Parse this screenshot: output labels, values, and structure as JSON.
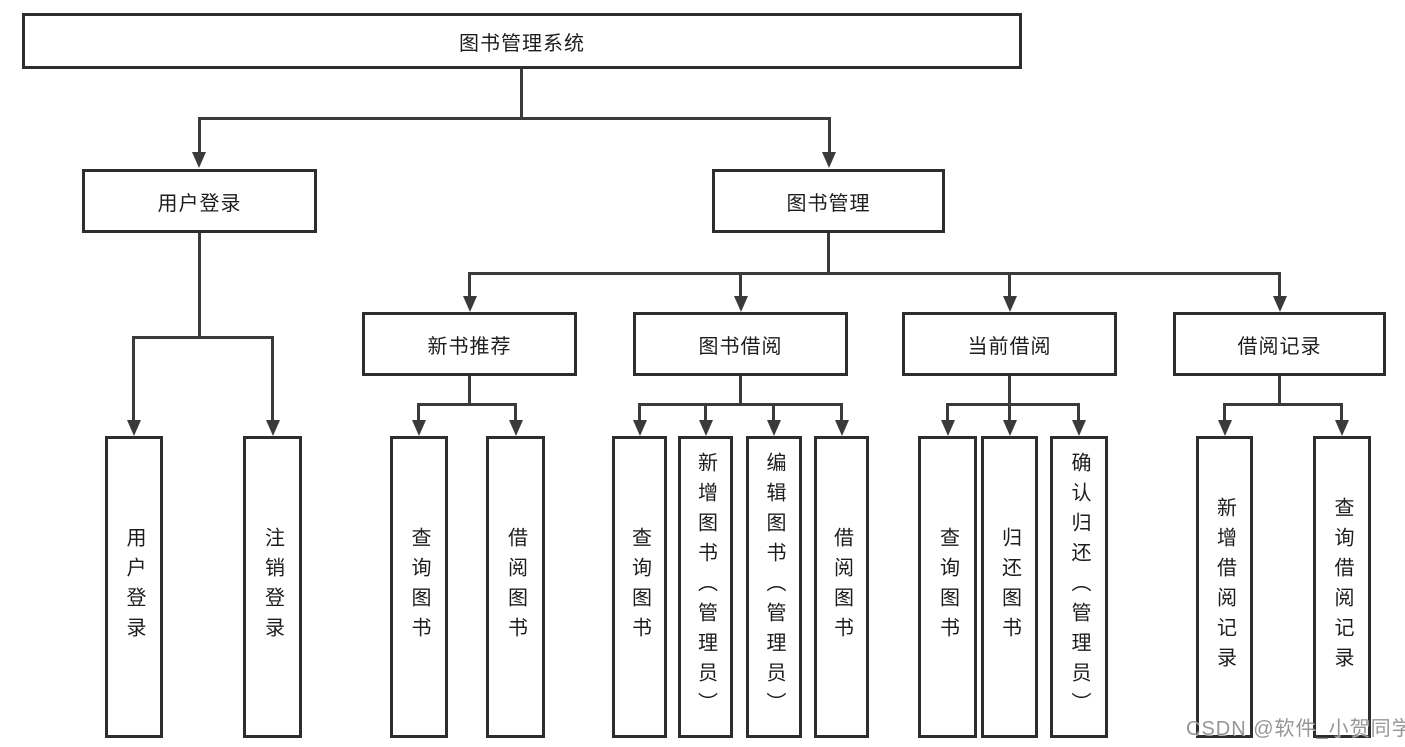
{
  "colors": {
    "background": "#ffffff",
    "box_border": "#2d2d2d",
    "connector_line": "#3a3a3a",
    "text": "#1d1d1d",
    "watermark": "#888888"
  },
  "root": {
    "label": "图书管理系统"
  },
  "user_login": {
    "label": "用户登录",
    "leaves": [
      "用户登录",
      "注销登录"
    ]
  },
  "book_management": {
    "label": "图书管理",
    "sections": [
      {
        "label": "新书推荐",
        "leaves": [
          "查询图书",
          "借阅图书"
        ]
      },
      {
        "label": "图书借阅",
        "leaves": [
          "查询图书",
          "新增图书（管理员）",
          "编辑图书（管理员）",
          "借阅图书"
        ]
      },
      {
        "label": "当前借阅",
        "leaves": [
          "查询图书",
          "归还图书",
          "确认归还（管理员）"
        ]
      },
      {
        "label": "借阅记录",
        "leaves": [
          "新增借阅记录",
          "查询借阅记录"
        ]
      }
    ]
  },
  "watermark": {
    "text": "CSDN @软件_小贺同学"
  }
}
